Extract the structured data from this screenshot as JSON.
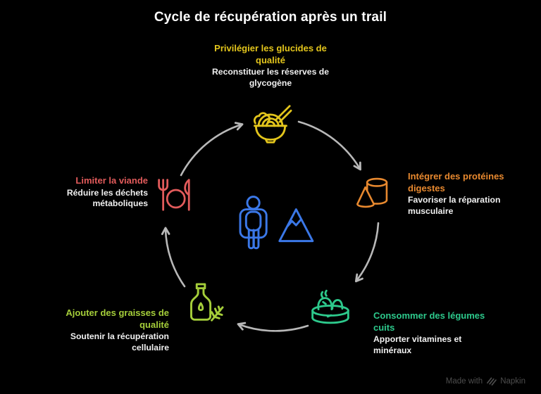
{
  "title": "Cycle de récupération après un trail",
  "nodes": [
    {
      "id": "glucides",
      "position": "top",
      "title": "Privilégier les glucides de qualité",
      "subtitle": "Reconstituer les réserves de glycogène",
      "color": "#e3c51c",
      "icon": "noodle-bowl-icon"
    },
    {
      "id": "proteines",
      "position": "right",
      "title": "Intégrer des protéines digestes",
      "subtitle": "Favoriser la réparation musculaire",
      "color": "#e8892f",
      "icon": "protein-cylinder-icon"
    },
    {
      "id": "legumes",
      "position": "bottom-right",
      "title": "Consommer des légumes cuits",
      "subtitle": "Apporter vitamines et minéraux",
      "color": "#2dc98c",
      "icon": "steamer-basket-icon"
    },
    {
      "id": "graisses",
      "position": "bottom-left",
      "title": "Ajouter des graisses de qualité",
      "subtitle": "Soutenir la récupération cellulaire",
      "color": "#a5ce3a",
      "icon": "oil-bottle-icon"
    },
    {
      "id": "viande",
      "position": "left",
      "title": "Limiter la viande",
      "subtitle": "Réduire les déchets métaboliques",
      "color": "#e25b5b",
      "icon": "cutlery-plate-icon"
    }
  ],
  "center_icon": "hiker-mountain-icon",
  "cycle": {
    "direction": "clockwise",
    "arrow_count": 5,
    "arrow_color": "#b8b8b8"
  },
  "colors": {
    "background": "#000000",
    "title": "#ffffff",
    "subtitle": "#f0f0f0",
    "center_icon": "#3b78e8",
    "watermark": "#4d4d4d"
  },
  "watermark": {
    "prefix": "Made with",
    "brand": "Napkin"
  }
}
